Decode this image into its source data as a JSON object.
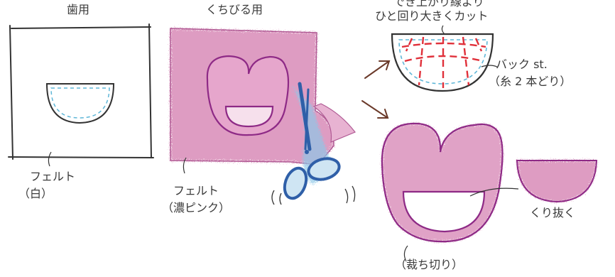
{
  "labels": {
    "teeth_title": "歯用",
    "lips_title": "くちびる用",
    "finish_line_1": "でき上がり線より",
    "finish_line_2": "ひと回り大きくカット",
    "teeth_felt_1": "フェルト",
    "teeth_felt_2": "（白）",
    "lips_felt_1": "フェルト",
    "lips_felt_2": "（濃ピンク）",
    "back_stitch_1": "バック st.",
    "back_stitch_2": "（糸 2 本どり）",
    "cut_out": "くり抜く",
    "cut_off": "（裁ち切り）"
  },
  "colors": {
    "pink_felt": "#d98bb8",
    "outline_purple": "#8e2a86",
    "stitch_blue": "#5fb7d8",
    "cut_red": "#e0303a",
    "ink": "#3a3a3a"
  }
}
